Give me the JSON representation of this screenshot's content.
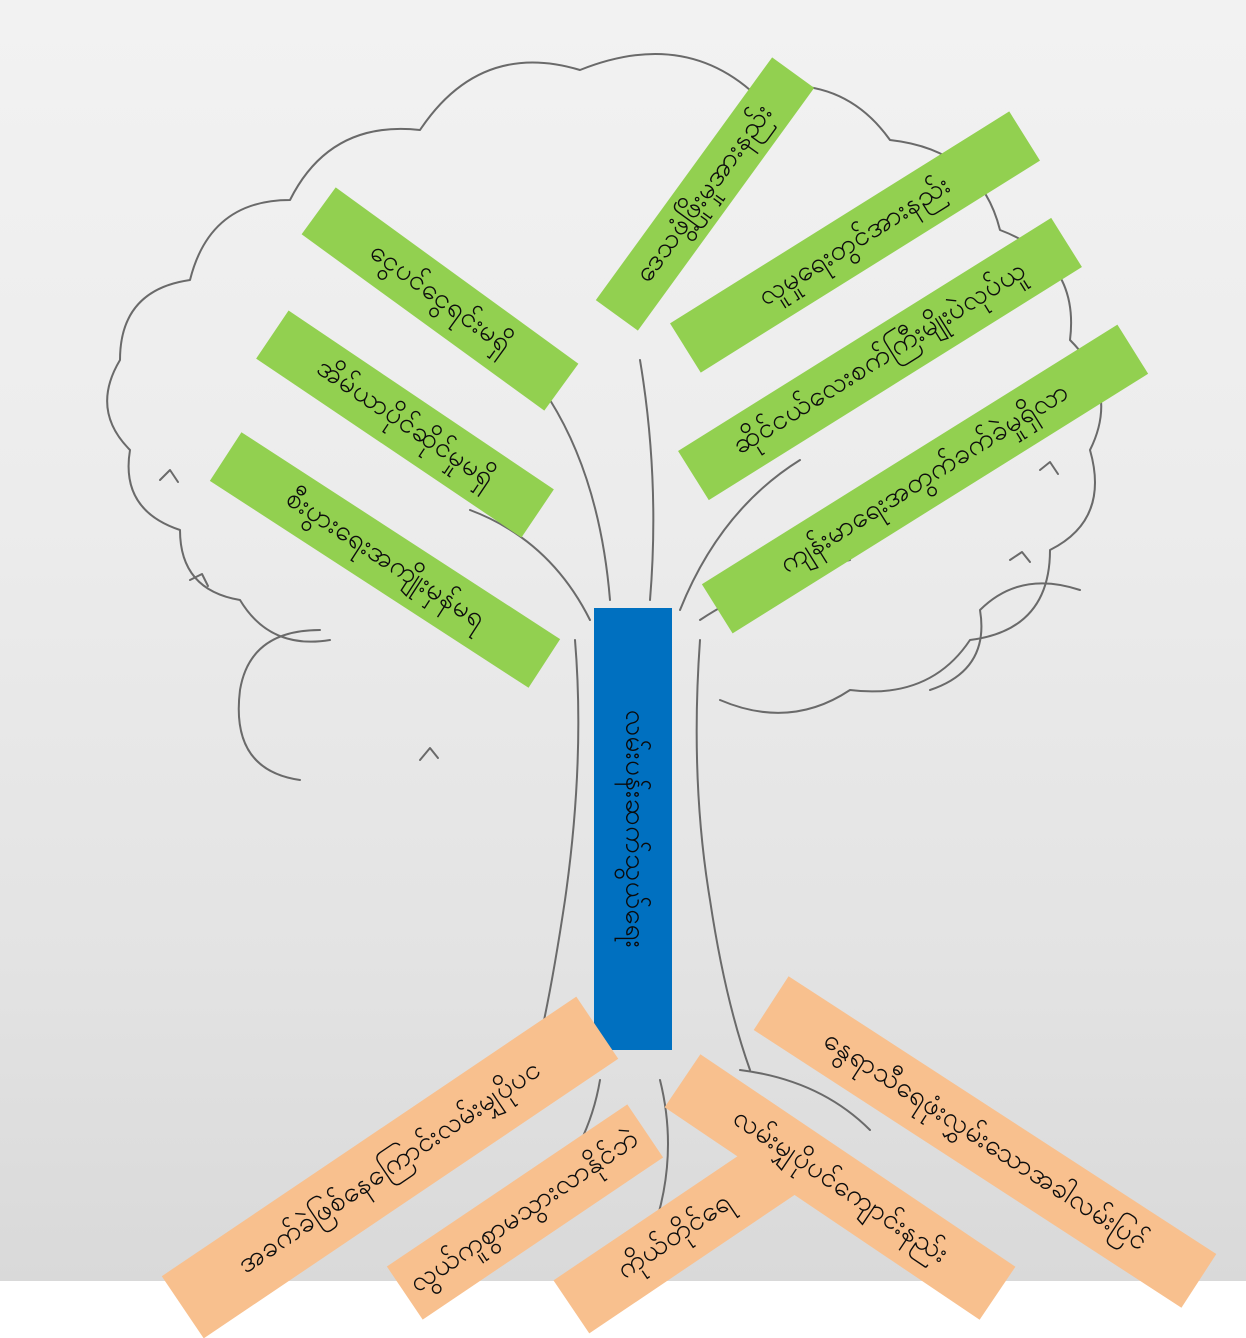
{
  "colors": {
    "leaf": "#92d050",
    "root": "#f8c08e",
    "trunk": "#0070c0",
    "paper": "#ececec",
    "pencil": "#555555"
  },
  "diagram": {
    "trunk": {
      "label": "လမ်းပန်းဆက်သွယ်ရေး"
    },
    "leaves": [
      {
        "label": "ဒေသဖွံ့ဖြိုးမှုအားနည်း"
      },
      {
        "label": "ငွေပင်ငွေရင်းမရှိ"
      },
      {
        "label": "လူမှုရေးတွင်အားနည်း"
      },
      {
        "label": "အိမ်ယာပိုင်ဆိုင်မှုမရှိ"
      },
      {
        "label": "ဆိုင်ငယ်လေးစက်ကြီးမျိုးပဲလုပ်ယူ"
      },
      {
        "label": "ကျန်းမာရေးအတွက်ခက်ခဲမှုရှိလာ"
      },
      {
        "label": "စီးပွားရေးအကျိုးမှန်မရ"
      }
    ],
    "roots": [
      {
        "label": "အခက်ခဲဖြစ်နေကြောင်းလမ်းမျှပိုပင"
      },
      {
        "label": "လွယ်ကူစွာမသွားလာနိုင်ဘဲ"
      },
      {
        "label": "ကိုယ်တိုင်ရေ"
      },
      {
        "label": "လမ်းမျှပိုပင်ကျောင်းနည်း"
      },
      {
        "label": "နွေရာသီရေဖုံးလွှမ်းသောအခါလမ်းပြင်"
      }
    ]
  }
}
